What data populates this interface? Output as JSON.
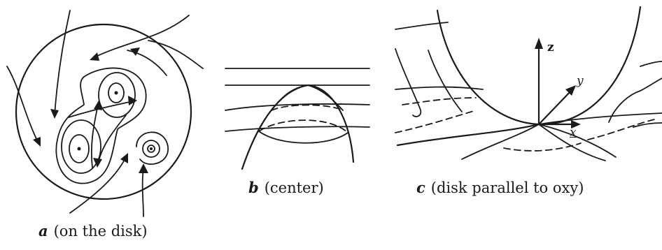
{
  "panels": [
    {
      "letter": "a",
      "caption": "(on the disk)"
    },
    {
      "letter": "b",
      "caption": "(center)"
    },
    {
      "letter": "c",
      "caption": "(disk parallel to oxy)"
    }
  ],
  "axes": {
    "z": "z",
    "y": "y",
    "x": "x"
  }
}
